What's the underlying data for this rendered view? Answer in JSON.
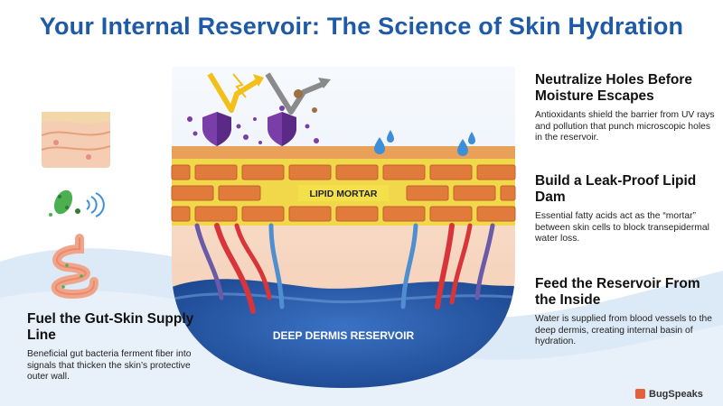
{
  "title": "Your Internal Reservoir: The Science of Skin Hydration",
  "labels": {
    "lipid_mortar": "LIPID MORTAR",
    "dermis_reservoir": "DEEP DERMIS RESERVOIR"
  },
  "blocks": [
    {
      "heading": "Neutralize Holes Before Moisture Escapes",
      "body": "Antioxidants shield the barrier from UV rays and pollution that punch microscopic holes in the reservoir."
    },
    {
      "heading": "Build a Leak-Proof Lipid Dam",
      "body": "Essential fatty acids act as the “mortar” between skin cells to block transepidermal water loss."
    },
    {
      "heading": "Feed the Reservoir From the Inside",
      "body": "Water is supplied from blood vessels to the deep dermis, creating internal basin of hydration."
    },
    {
      "heading": "Fuel the Gut-Skin Supply Line",
      "body": "Beneficial gut bacteria ferment fiber into signals that thicken the skin’s protective outer wall."
    }
  ],
  "brand": "BugSpeaks",
  "colors": {
    "title": "#1f5aa6",
    "brick": "#e07b3c",
    "mortar": "#f3e04a",
    "reservoir": "#1f4f9e",
    "shield": "#7a3ea8",
    "vessel_red": "#d8353a",
    "vessel_blue": "#4f8fd0"
  },
  "icons": [
    "skin-section-icon",
    "gut-bacteria-icon",
    "intestine-icon",
    "shield-icon",
    "water-drop-icon",
    "lightning-arrow-icon",
    "pollution-particle-icon"
  ]
}
